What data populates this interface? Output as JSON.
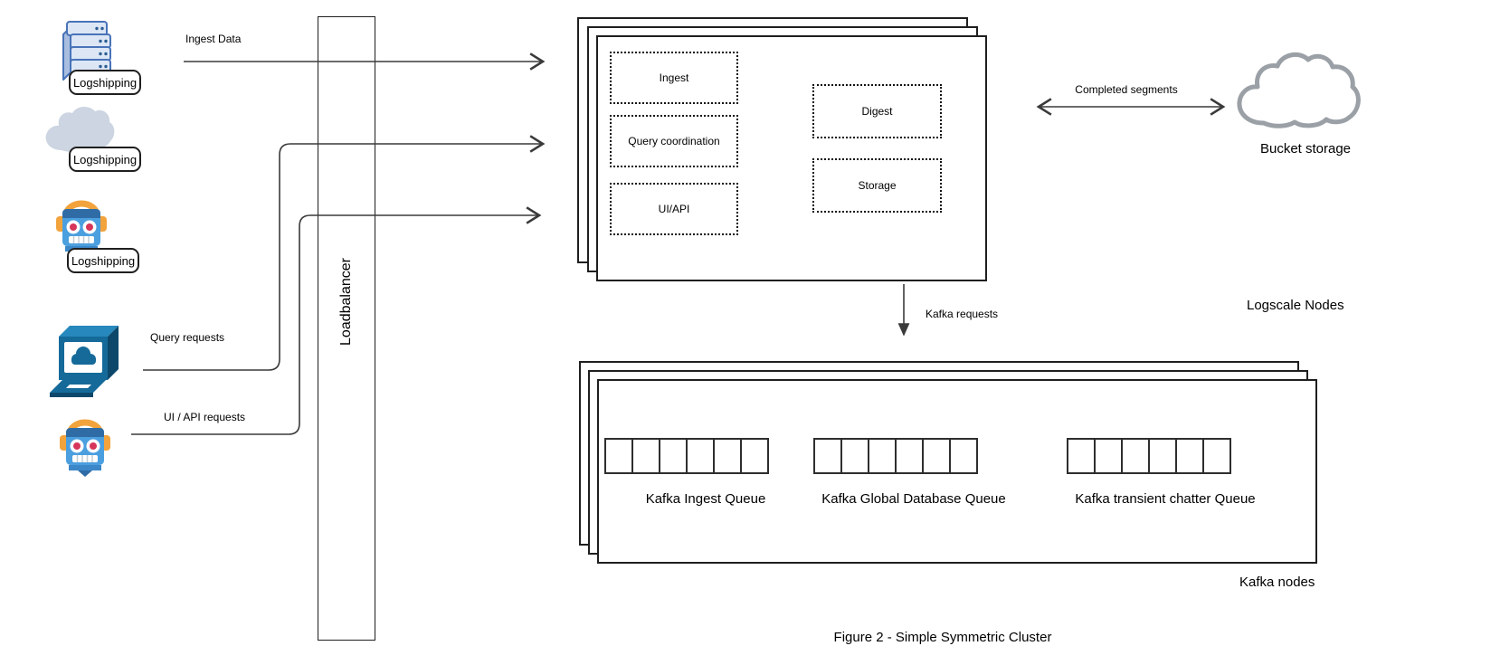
{
  "caption": "Figure 2 - Simple Symmetric Cluster",
  "loadbalancer": {
    "label": "Loadbalancer"
  },
  "log_sources": [
    {
      "icon": "server-stack-icon",
      "label": "Logshipping"
    },
    {
      "icon": "cloud-icon",
      "label": "Logshipping"
    },
    {
      "icon": "robot-icon",
      "label": "Logshipping"
    }
  ],
  "arrows": {
    "ingest_data": "Ingest Data",
    "query_requests": "Query requests",
    "ui_api_requests": "UI / API requests",
    "completed_segments": "Completed segments",
    "kafka_requests": "Kafka requests"
  },
  "logscale": {
    "title": "Logscale Nodes",
    "roles_left": [
      "Ingest",
      "Query coordination",
      "UI/API"
    ],
    "roles_right": [
      "Digest",
      "Storage"
    ]
  },
  "bucket_storage": {
    "label": "Bucket storage"
  },
  "kafka": {
    "title": "Kafka nodes",
    "queues": [
      {
        "label": "Kafka Ingest Queue",
        "cells": 6
      },
      {
        "label": "Kafka Global Database Queue",
        "cells": 6
      },
      {
        "label": "Kafka transient chatter Queue",
        "cells": 6
      }
    ]
  },
  "colors": {
    "line": "#3a3a3a",
    "box_border": "#1f1f1f",
    "server_stroke": "#4973b8",
    "server_fill": "#dce6f5",
    "gray_cloud_fill": "#ccd5e1",
    "robot_blue": "#4b9fdf",
    "robot_dark_blue": "#2f6ca6",
    "robot_orange": "#f2a33c",
    "robot_eye_red": "#d6365a",
    "computer_teal": "#156a99",
    "bucket_cloud_stroke": "#9aa0a6"
  }
}
